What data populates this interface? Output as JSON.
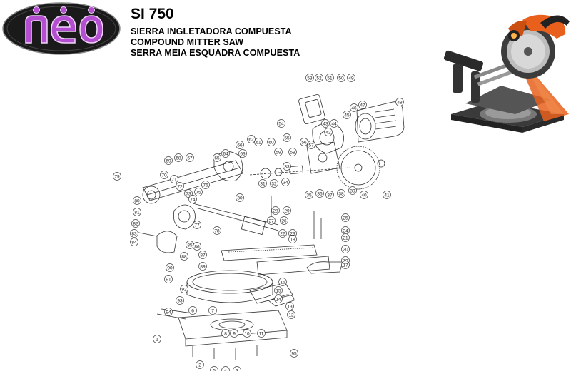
{
  "brand": {
    "logo_text": "nèo"
  },
  "header": {
    "model": "SI 750",
    "lines": [
      "SIERRA INGLETADORA COMPUESTA",
      "COMPOUND MITTER SAW",
      "SERRA MEIA ESQUADRA COMPUESTA"
    ]
  },
  "colors": {
    "logo_fill": "#1a1a1a",
    "logo_letters": "#b34fd0",
    "photo_accent": "#e8601c"
  },
  "parts": [
    {
      "label": "53"
    },
    {
      "label": "52"
    },
    {
      "label": "51"
    },
    {
      "label": "50"
    },
    {
      "label": "49"
    },
    {
      "label": "48"
    },
    {
      "label": "47"
    },
    {
      "label": "46"
    },
    {
      "label": "45"
    },
    {
      "label": "44"
    },
    {
      "label": "43"
    },
    {
      "label": "42"
    },
    {
      "label": "41"
    },
    {
      "label": "40"
    },
    {
      "label": "39"
    },
    {
      "label": "38"
    },
    {
      "label": "37"
    },
    {
      "label": "36"
    },
    {
      "label": "35"
    },
    {
      "label": "34"
    },
    {
      "label": "33"
    },
    {
      "label": "32"
    },
    {
      "label": "31"
    },
    {
      "label": "30"
    },
    {
      "label": "29"
    },
    {
      "label": "28"
    },
    {
      "label": "27"
    },
    {
      "label": "26"
    },
    {
      "label": "25"
    },
    {
      "label": "24"
    },
    {
      "label": "23"
    },
    {
      "label": "22"
    },
    {
      "label": "21"
    },
    {
      "label": "20"
    },
    {
      "label": "19"
    },
    {
      "label": "18"
    },
    {
      "label": "17"
    },
    {
      "label": "16"
    },
    {
      "label": "15"
    },
    {
      "label": "14"
    },
    {
      "label": "13"
    },
    {
      "label": "12"
    },
    {
      "label": "11"
    },
    {
      "label": "10"
    },
    {
      "label": "9"
    },
    {
      "label": "8"
    },
    {
      "label": "7"
    },
    {
      "label": "6"
    },
    {
      "label": "5"
    },
    {
      "label": "4"
    },
    {
      "label": "3"
    },
    {
      "label": "2"
    },
    {
      "label": "1"
    },
    {
      "label": "54"
    },
    {
      "label": "55"
    },
    {
      "label": "56"
    },
    {
      "label": "57"
    },
    {
      "label": "58"
    },
    {
      "label": "59"
    },
    {
      "label": "60"
    },
    {
      "label": "61"
    },
    {
      "label": "62"
    },
    {
      "label": "63"
    },
    {
      "label": "64"
    },
    {
      "label": "65"
    },
    {
      "label": "66"
    },
    {
      "label": "67"
    },
    {
      "label": "68"
    },
    {
      "label": "69"
    },
    {
      "label": "70"
    },
    {
      "label": "71"
    },
    {
      "label": "72"
    },
    {
      "label": "73"
    },
    {
      "label": "74"
    },
    {
      "label": "75"
    },
    {
      "label": "76"
    },
    {
      "label": "77"
    },
    {
      "label": "78"
    },
    {
      "label": "79"
    },
    {
      "label": "80"
    },
    {
      "label": "81"
    },
    {
      "label": "82"
    },
    {
      "label": "83"
    },
    {
      "label": "84"
    },
    {
      "label": "85"
    },
    {
      "label": "86"
    },
    {
      "label": "87"
    },
    {
      "label": "88"
    },
    {
      "label": "89"
    },
    {
      "label": "90"
    },
    {
      "label": "91"
    },
    {
      "label": "92"
    },
    {
      "label": "93"
    },
    {
      "label": "94"
    },
    {
      "label": "95"
    }
  ]
}
